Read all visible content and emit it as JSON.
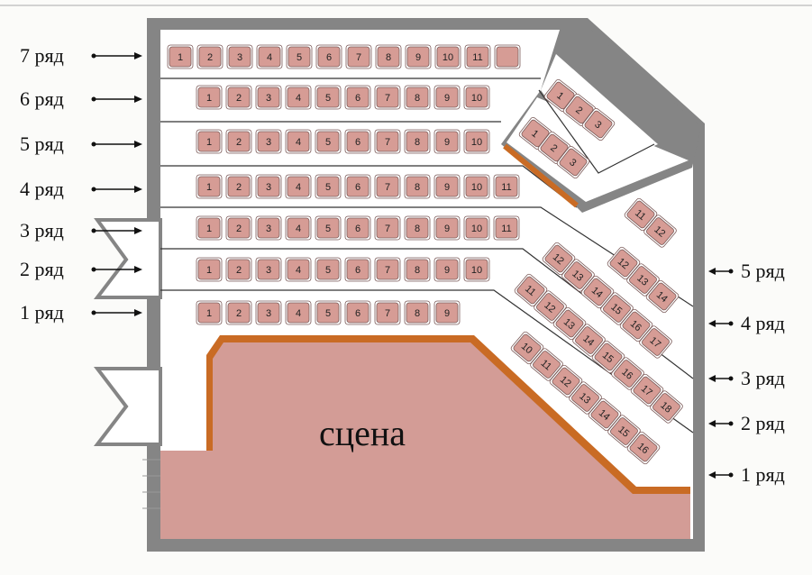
{
  "colors": {
    "wall": "#858585",
    "floor": "#ffffff",
    "seat_fill": "#d69c95",
    "seat_stroke": "#7a5a58",
    "stage_fill": "#d39c96",
    "stage_edge": "#c96b24",
    "line": "#333333"
  },
  "stage": {
    "label": "сцена"
  },
  "left_labels": [
    "7 ряд",
    "6 ряд",
    "5 ряд",
    "4 ряд",
    "3 ряд",
    "2 ряд",
    "1 ряд"
  ],
  "right_labels": [
    "5 ряд",
    "4 ряд",
    "3 ряд",
    "2 ряд",
    "1 ряд"
  ],
  "left_rows": [
    {
      "name": "7 ряд",
      "seats": [
        "1",
        "2",
        "3",
        "4",
        "5",
        "6",
        "7",
        "8",
        "9",
        "10",
        "11",
        ""
      ]
    },
    {
      "name": "6 ряд",
      "seats": [
        "1",
        "2",
        "3",
        "4",
        "5",
        "6",
        "7",
        "8",
        "9",
        "10"
      ]
    },
    {
      "name": "5 ряд",
      "seats": [
        "1",
        "2",
        "3",
        "4",
        "5",
        "6",
        "7",
        "8",
        "9",
        "10"
      ]
    },
    {
      "name": "4 ряд",
      "seats": [
        "1",
        "2",
        "3",
        "4",
        "5",
        "6",
        "7",
        "8",
        "9",
        "10",
        "11"
      ]
    },
    {
      "name": "3 ряд",
      "seats": [
        "1",
        "2",
        "3",
        "4",
        "5",
        "6",
        "7",
        "8",
        "9",
        "10",
        "11"
      ]
    },
    {
      "name": "2 ряд",
      "seats": [
        "1",
        "2",
        "3",
        "4",
        "5",
        "6",
        "7",
        "8",
        "9",
        "10"
      ]
    },
    {
      "name": "1 ряд",
      "seats": [
        "1",
        "2",
        "3",
        "4",
        "5",
        "6",
        "7",
        "8",
        "9"
      ]
    }
  ],
  "balcony_rows": [
    {
      "seats": [
        "1",
        "2",
        "3"
      ]
    },
    {
      "seats": [
        "1",
        "2",
        "3"
      ]
    }
  ],
  "right_rows": [
    {
      "name": "5 ряд",
      "seats": [
        "11",
        "12"
      ]
    },
    {
      "name": "4 ряд",
      "seats": [
        "12",
        "13",
        "14"
      ]
    },
    {
      "name": "3 ряд",
      "seats": [
        "12",
        "13",
        "14",
        "15",
        "16",
        "17"
      ]
    },
    {
      "name": "2 ряд",
      "seats": [
        "11",
        "12",
        "13",
        "14",
        "15",
        "16",
        "17",
        "18"
      ]
    },
    {
      "name": "1 ряд",
      "seats": [
        "10",
        "11",
        "12",
        "13",
        "14",
        "15",
        "16"
      ]
    }
  ]
}
